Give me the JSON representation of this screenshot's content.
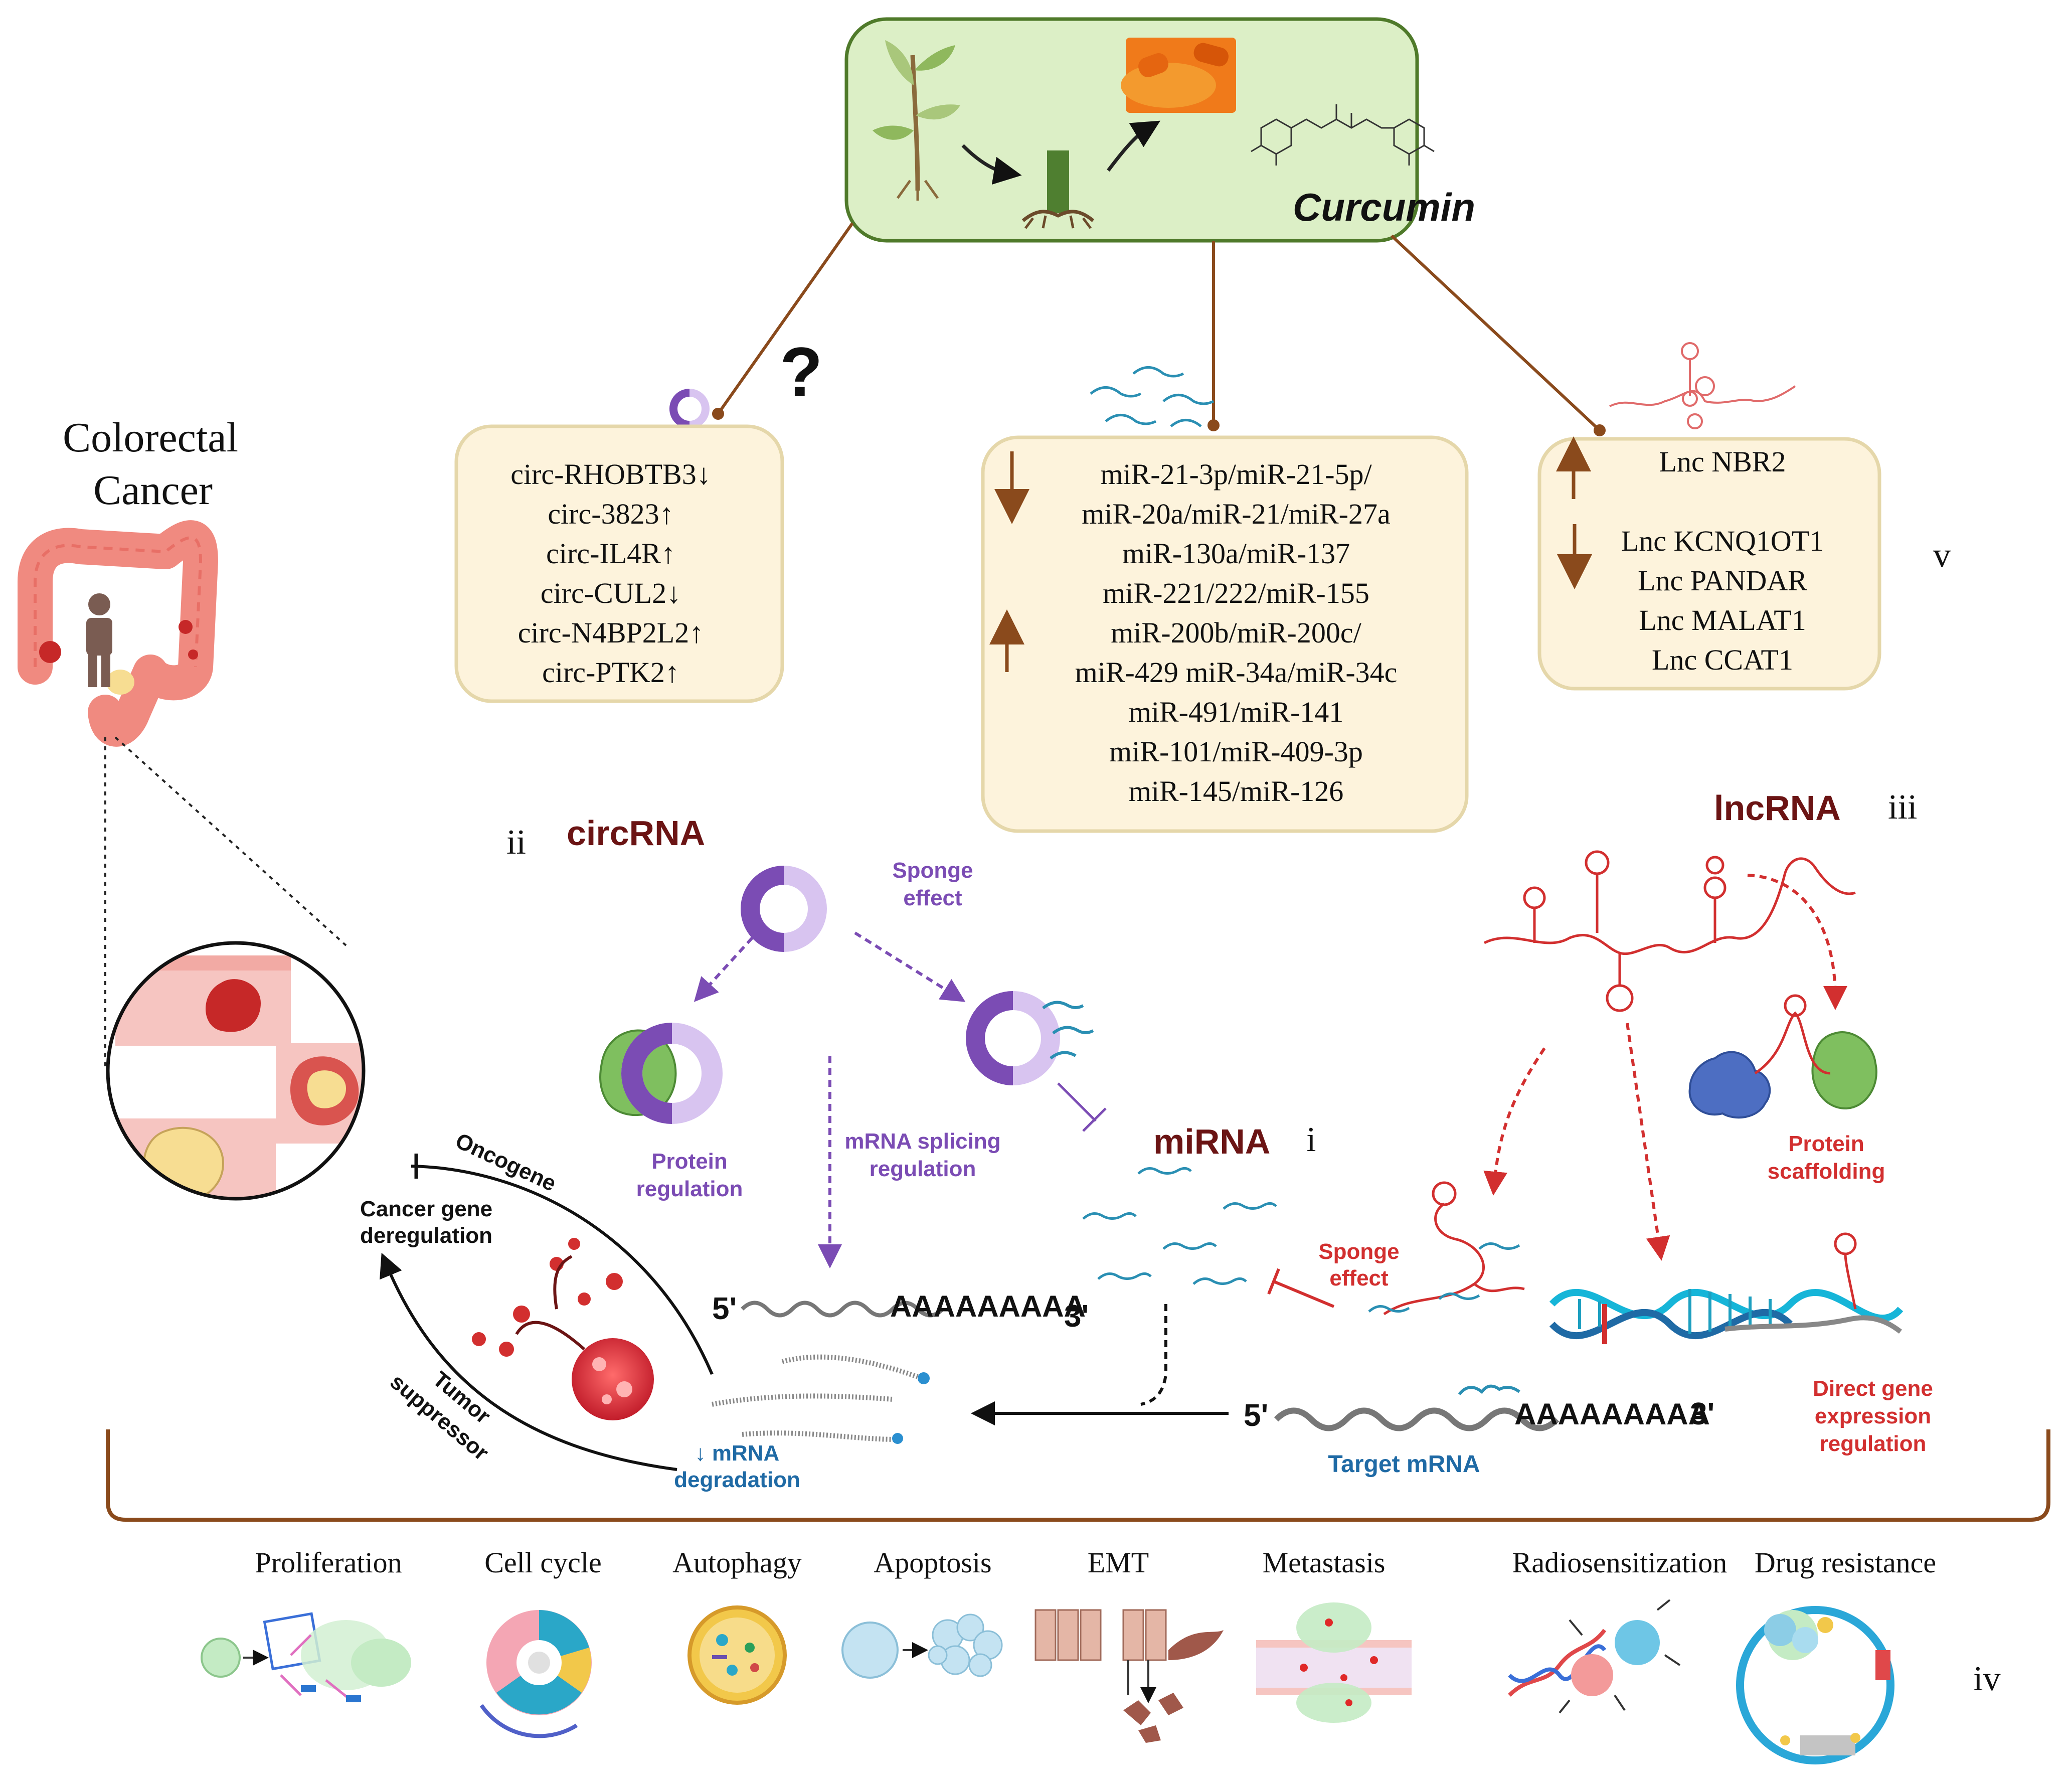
{
  "curcumin": {
    "label": "Curcumin"
  },
  "question_mark": "?",
  "colorectal": {
    "line1": "Colorectal",
    "line2": "Cancer"
  },
  "circ_box": {
    "items": [
      "circ-RHOBTB3↓",
      "circ-3823↑",
      "circ-IL4R↑",
      "circ-CUL2↓",
      "circ-N4BP2L2↑",
      "circ-PTK2↑"
    ]
  },
  "mir_box": {
    "items": [
      "miR-21-3p/miR-21-5p/",
      "miR-20a/miR-21/miR-27a",
      "miR-130a/miR-137",
      "miR-221/222/miR-155",
      "miR-200b/miR-200c/",
      "miR-429    miR-34a/miR-34c",
      "miR-491/miR-141",
      "miR-101/miR-409-3p",
      "miR-145/miR-126"
    ]
  },
  "lnc_box": {
    "up": [
      "Lnc  NBR2"
    ],
    "down": [
      "Lnc  KCNQ1OT1",
      "Lnc  PANDAR",
      "Lnc  MALAT1",
      "Lnc  CCAT1"
    ]
  },
  "section_labels": {
    "ii": "ii",
    "circrna": "circRNA",
    "lncrna": "lncRNA",
    "iii": "iii",
    "mirna": "miRNA",
    "i": "i",
    "iv": "iv",
    "v": "v"
  },
  "mechanisms": {
    "sponge_circ_1": "Sponge",
    "sponge_circ_2": "effect",
    "protein_reg_1": "Protein",
    "protein_reg_2": "regulation",
    "splicing_1": "mRNA splicing",
    "splicing_2": "regulation",
    "oncogene": "Oncogene",
    "deregulation_1": "Cancer gene",
    "deregulation_2": "deregulation",
    "tumor_suppressor_1": "Tumor",
    "tumor_suppressor_2": "suppressor",
    "degradation_1": "↓ mRNA",
    "degradation_2": "degradation",
    "mrna_left_5": "5'",
    "mrna_left_poly": "AAAAAAAAA",
    "mrna_left_3": "3'",
    "target_5": "5'",
    "target_poly": "AAAAAAAAA",
    "target_3": "3'",
    "target_label": "Target mRNA",
    "sponge_lnc_1": "Sponge",
    "sponge_lnc_2": "effect",
    "scaffold_1": "Protein",
    "scaffold_2": "scaffolding",
    "direct_1": "Direct gene",
    "direct_2": "expression",
    "direct_3": "regulation"
  },
  "outcomes": [
    "Proliferation",
    "Cell cycle",
    "Autophagy",
    "Apoptosis",
    "EMT",
    "Metastasis",
    "Radiosensitization",
    "Drug resistance"
  ],
  "colors": {
    "box_fill": "#fdf3dc",
    "box_stroke": "#e5d7aa",
    "curcumin_fill": "#dcefc6",
    "curcumin_stroke": "#4f7a2a",
    "brown": "#8a4a1c",
    "purple": "#7b4cb4",
    "red": "#d22f2f",
    "blue": "#1f6aa5",
    "dark_red": "#6b1414"
  }
}
